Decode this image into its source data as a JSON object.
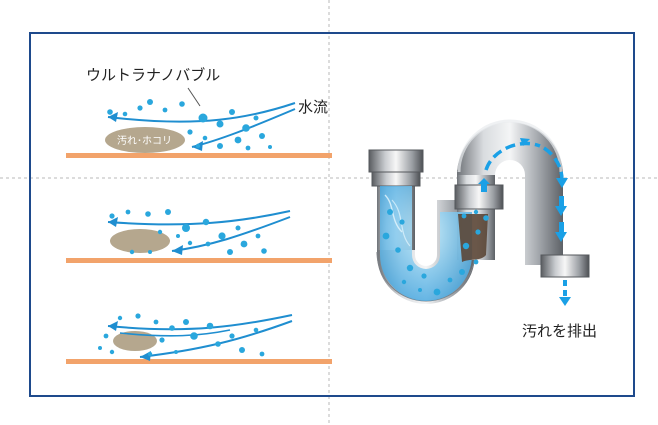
{
  "labels": {
    "ultra_nano_bubble": "ウルトラナノバブル",
    "water_flow": "水流",
    "dirt_dust": "汚れ･ホコリ",
    "drain_dirt": "汚れを排出"
  },
  "colors": {
    "frame": "#1e4a8c",
    "bubble": "#2aa7dd",
    "flow_arrow": "#1f8ed0",
    "floor": "#f2a36b",
    "dirt": "#b5a78e",
    "pipe_arrow": "#1aa0e6",
    "guide": "#b9b9b9"
  },
  "icons": [
    "bubble-icon",
    "flow-arrow-icon",
    "drain-arrow-icon",
    "pipe-trap-icon"
  ]
}
